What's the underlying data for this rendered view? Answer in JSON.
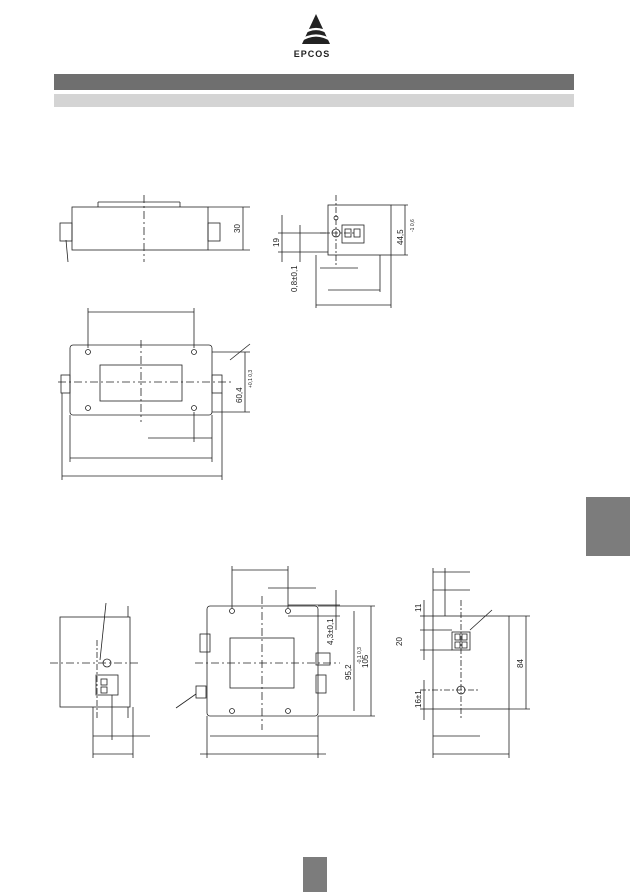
{
  "header": {
    "brand": "EPCOS"
  },
  "dimensions": {
    "d30": "30",
    "d19": "19",
    "d08": "0,8±0,1",
    "d445": "44,5",
    "d445_tol": "-1  0,6",
    "d604": "60,4",
    "d604_tol": "+0,1  0,3",
    "d43": "4,3±0,1",
    "d952": "95,2",
    "d952_tol": "-0,1  0,3",
    "d105": "105",
    "d11": "11",
    "d20": "20",
    "d16": "16±1",
    "d84": "84"
  },
  "colors": {
    "dark_bar": "#6f6f6f",
    "light_bar": "#d4d4d4",
    "tab": "#7c7c7c",
    "line": "#222222"
  }
}
